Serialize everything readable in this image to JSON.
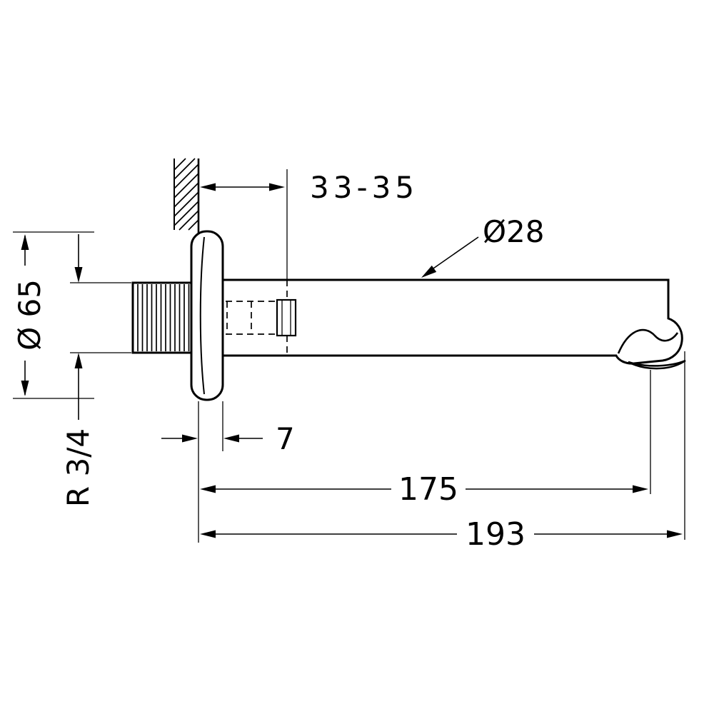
{
  "drawing": {
    "labels": {
      "depth_range": "33-35",
      "spout_diameter": "Ø28",
      "escutcheon_diameter": "Ø 65",
      "escutcheon_thickness": "7",
      "length_to_outlet": "175",
      "total_length": "193",
      "thread": "R 3/4"
    },
    "colors": {
      "line": "#000000",
      "background": "#ffffff"
    }
  }
}
